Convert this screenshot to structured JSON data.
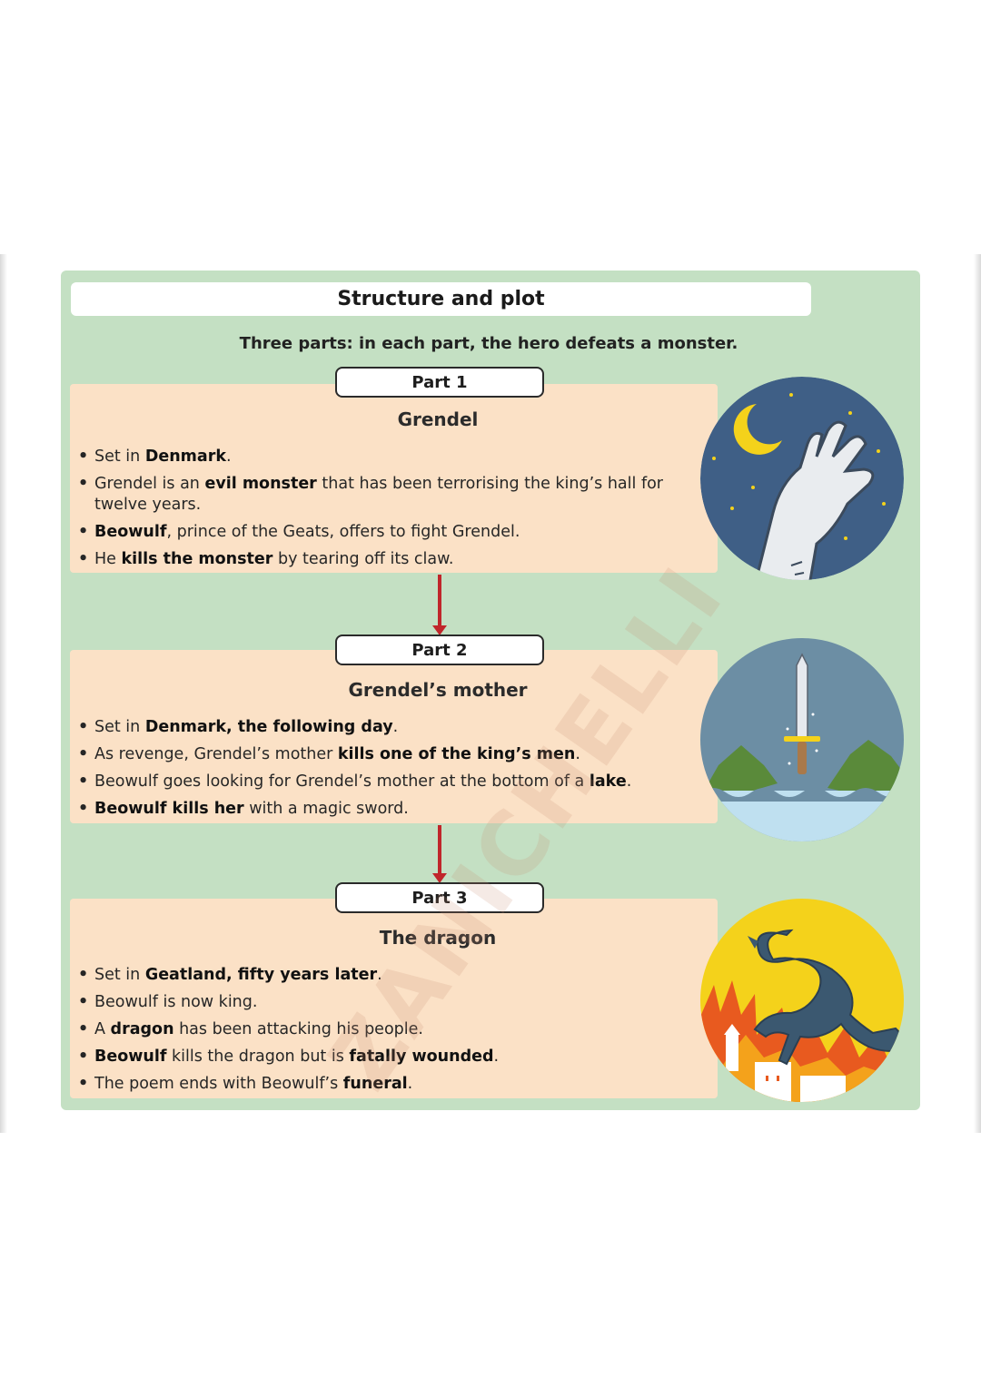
{
  "title": "Structure and plot",
  "intro": "Three parts: in each part, the hero defeats a monster.",
  "watermark": "ZANICHELLI",
  "parts": [
    {
      "label": "Part 1",
      "heading": "Grendel",
      "bullets": [
        [
          {
            "t": "Set in "
          },
          {
            "t": "Denmark",
            "b": true
          },
          {
            "t": "."
          }
        ],
        [
          {
            "t": "Grendel is an "
          },
          {
            "t": "evil monster",
            "b": true
          },
          {
            "t": " that has been terrorising the king’s hall for twelve years."
          }
        ],
        [
          {
            "t": "Beowulf",
            "b": true
          },
          {
            "t": ", prince of the Geats, offers to fight Grendel."
          }
        ],
        [
          {
            "t": "He "
          },
          {
            "t": "kills the monster",
            "b": true
          },
          {
            "t": " by tearing off its claw."
          }
        ]
      ],
      "illustration": "moon-night-claw-icon"
    },
    {
      "label": "Part 2",
      "heading": "Grendel’s mother",
      "bullets": [
        [
          {
            "t": "Set in "
          },
          {
            "t": "Denmark, the following day",
            "b": true
          },
          {
            "t": "."
          }
        ],
        [
          {
            "t": "As revenge, Grendel’s mother "
          },
          {
            "t": "kills one of the king’s men",
            "b": true
          },
          {
            "t": "."
          }
        ],
        [
          {
            "t": "Beowulf goes looking for Grendel’s mother at the bottom of a "
          },
          {
            "t": "lake",
            "b": true
          },
          {
            "t": "."
          }
        ],
        [
          {
            "t": "Beowulf kills her",
            "b": true
          },
          {
            "t": " with a magic sword."
          }
        ]
      ],
      "illustration": "sword-lake-icon"
    },
    {
      "label": "Part 3",
      "heading": "The dragon",
      "bullets": [
        [
          {
            "t": "Set in "
          },
          {
            "t": "Geatland, fifty years later",
            "b": true
          },
          {
            "t": "."
          }
        ],
        [
          {
            "t": "Beowulf is now king."
          }
        ],
        [
          {
            "t": "A "
          },
          {
            "t": "dragon",
            "b": true
          },
          {
            "t": " has been attacking his people."
          }
        ],
        [
          {
            "t": "Beowulf",
            "b": true
          },
          {
            "t": " kills the dragon but is "
          },
          {
            "t": "fatally wounded",
            "b": true
          },
          {
            "t": "."
          }
        ],
        [
          {
            "t": "The poem ends with Beowulf’s "
          },
          {
            "t": "funeral",
            "b": true
          },
          {
            "t": "."
          }
        ]
      ],
      "illustration": "dragon-fire-icon"
    }
  ],
  "colors": {
    "card": "#c4e0c3",
    "part_box": "#fbe1c6",
    "arrow": "#c0262a",
    "night_sky": "#3f5f86",
    "moon": "#f4d21b"
  }
}
